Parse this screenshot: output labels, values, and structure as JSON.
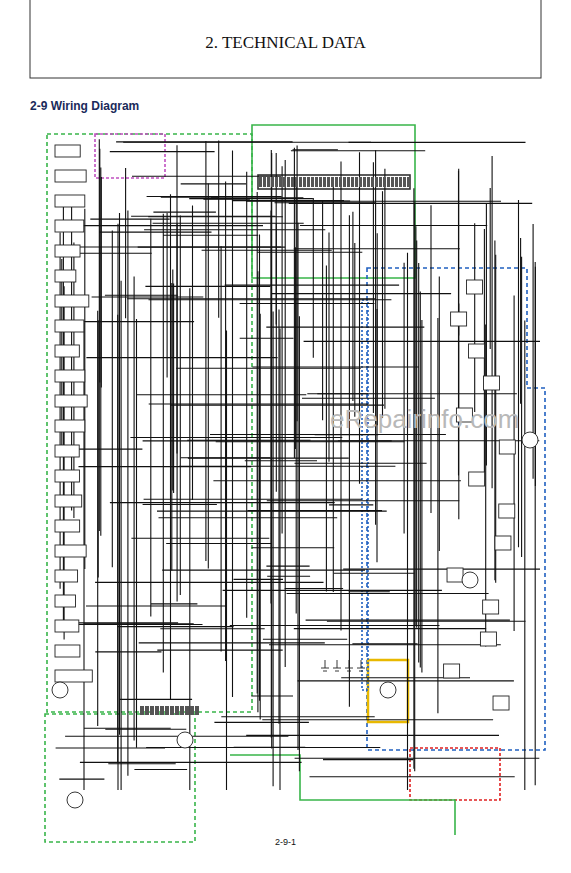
{
  "diagram": {
    "title": "2. TECHNICAL DATA",
    "labels": [
      "2-9 Wiring Diagram",
      "eRepairinfo.com",
      "2-9-1"
    ]
  }
}
